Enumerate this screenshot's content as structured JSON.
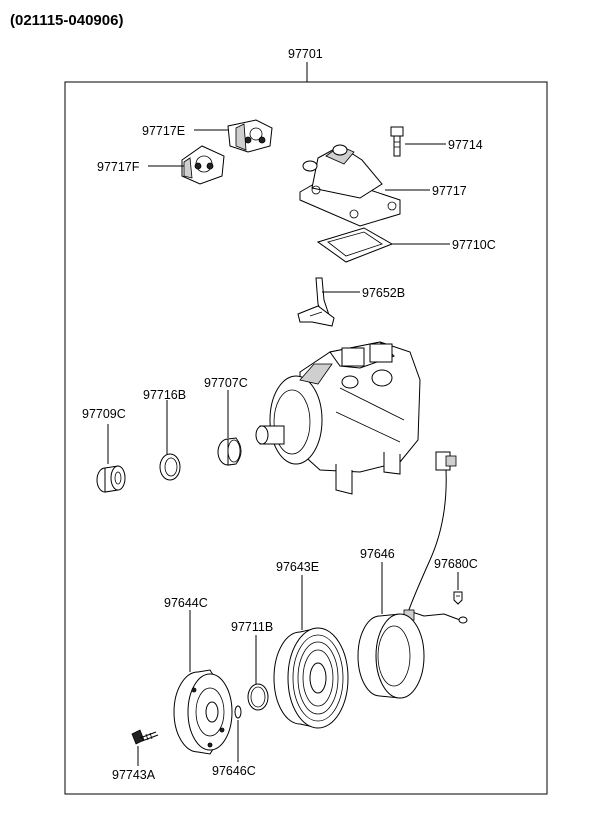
{
  "header": {
    "code": "(021115-040906)"
  },
  "assembly": {
    "label": "97701"
  },
  "parts": [
    {
      "id": "97717E",
      "name": "97717E"
    },
    {
      "id": "97717F",
      "name": "97717F"
    },
    {
      "id": "97714",
      "name": "97714"
    },
    {
      "id": "97717",
      "name": "97717"
    },
    {
      "id": "97710C",
      "name": "97710C"
    },
    {
      "id": "97652B",
      "name": "97652B"
    },
    {
      "id": "97709C",
      "name": "97709C"
    },
    {
      "id": "97716B",
      "name": "97716B"
    },
    {
      "id": "97707C",
      "name": "97707C"
    },
    {
      "id": "97643E",
      "name": "97643E"
    },
    {
      "id": "97646",
      "name": "97646"
    },
    {
      "id": "97680C",
      "name": "97680C"
    },
    {
      "id": "97644C",
      "name": "97644C"
    },
    {
      "id": "97711B",
      "name": "97711B"
    },
    {
      "id": "97743A",
      "name": "97743A"
    },
    {
      "id": "97646C",
      "name": "97646C"
    }
  ]
}
